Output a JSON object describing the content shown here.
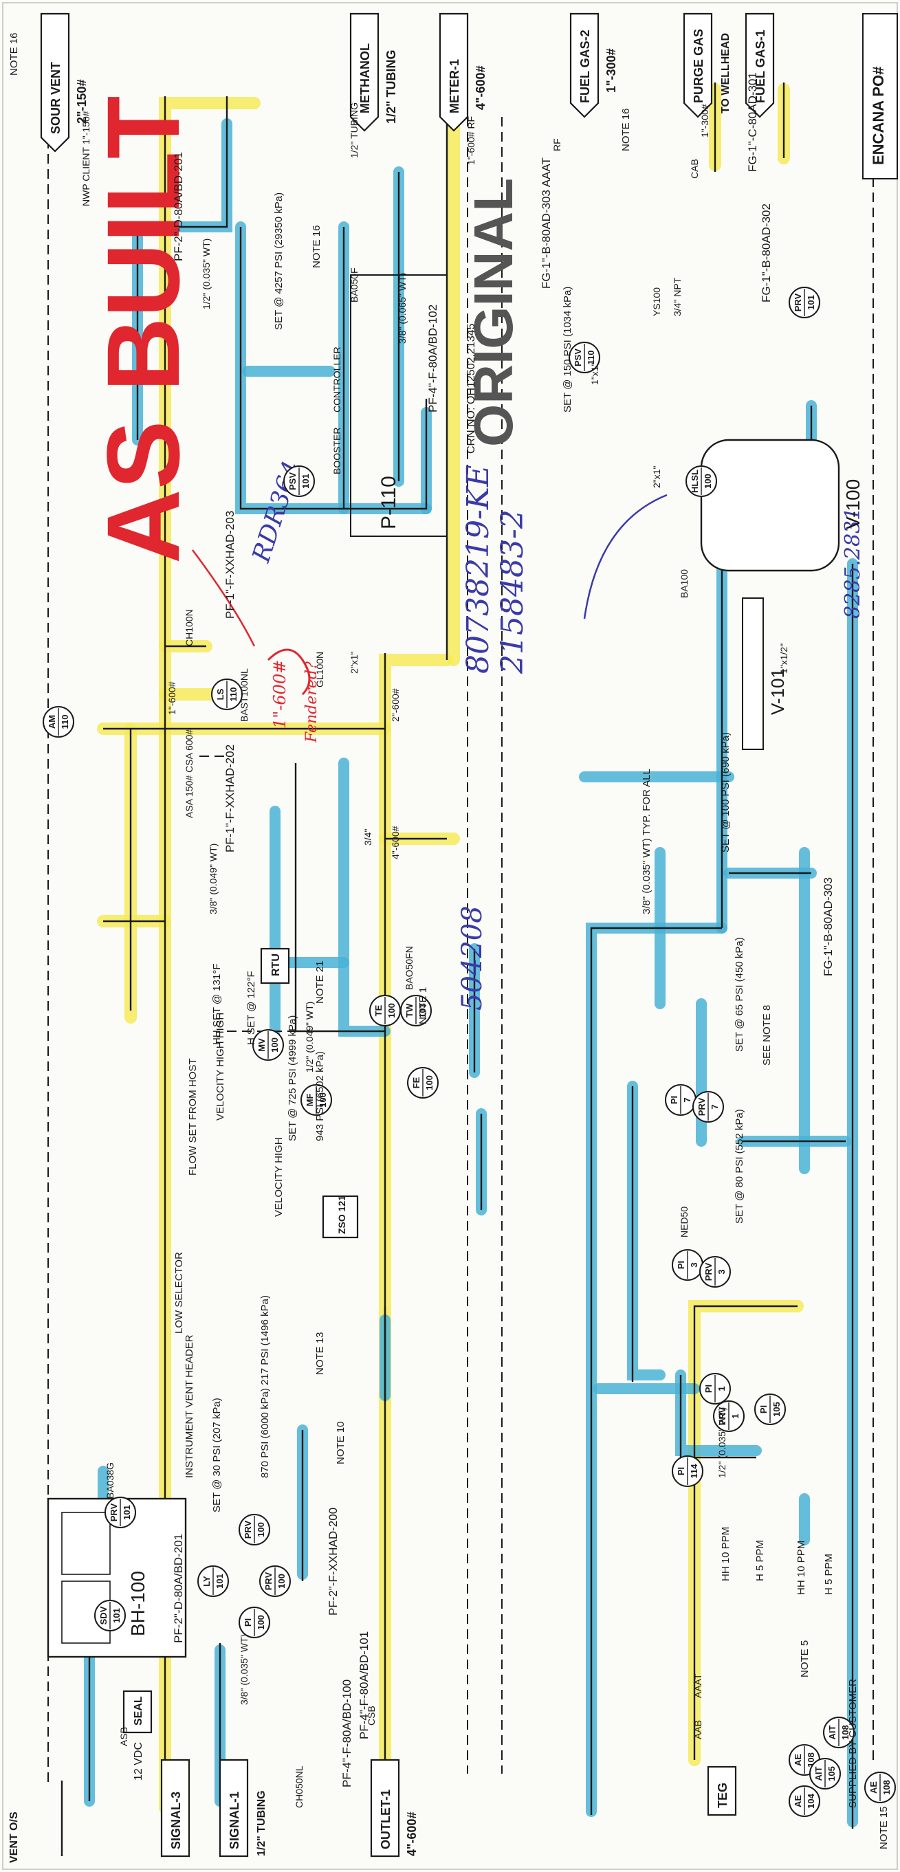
{
  "stamp": {
    "as_built": "AS BUILT",
    "original": "ORIGINAL",
    "stamp_color": "#e0262e"
  },
  "handwriting": {
    "rdr": "RDR364",
    "order_1": "80738219-KE",
    "order_2": "2158483-2",
    "number_1": "504208",
    "number_2": "8285.2831",
    "note_red": "1\"-600#",
    "note_red_2": "Fendered?"
  },
  "colors": {
    "yellow_highlight": "#f4ea5a",
    "blue_highlight": "#49b3d6",
    "ink": "#1a1a1a",
    "handwriting_blue": "#3a3aa8"
  },
  "terminals": {
    "sour_vent": "SOUR VENT",
    "sour_vent_size": "2\"-150#",
    "methanol": "METHANOL",
    "methanol_size": "1/2\" TUBING",
    "meter": "METER-1",
    "meter_size": "4\"-600#",
    "fuel_gas_2": "FUEL GAS-2",
    "fuel_gas_2_size": "1\"-300#",
    "purge_gas": "PURGE GAS",
    "purge_gas_sub": "TO WELLHEAD",
    "fuel_gas_1": "FUEL GAS-1",
    "signal_3": "SIGNAL-3",
    "signal_1": "SIGNAL-1",
    "signal_1_sub": "1/2\" TUBING",
    "outlet": "OUTLET-1",
    "outlet_size": "4\"-600#",
    "teg": "TEG",
    "vent": "VENT O/S"
  },
  "title_block": {
    "client": "ENCANA PO#",
    "crn": "CRN NO: OH12502.21345"
  },
  "equipment": {
    "bh": "BH-100",
    "seal": "SEAL",
    "vdc": "12 VDC",
    "rtu": "RTU",
    "zso": "ZSO 121",
    "v100": "V-100",
    "v101": "V-101",
    "p110": "P-110",
    "controller": "CONTROLLER",
    "booster": "BOOSTER"
  },
  "pipes": {
    "pf_201": "PF-2\"-D-80A/BD-201",
    "pf_102": "PF-4\"-F-80A/BD-102",
    "pf_101": "PF-4\"-F-80A/BD-101",
    "pf_100": "PF-4\"-F-80A/BD-100",
    "pf_202": "PF-1\"-F-XXHAD-202",
    "pf_203": "PF-1\"-F-XXHAD-203",
    "pf_200": "PF-2\"-F-XXHAD-200",
    "fg_303": "FG-1\"-B-80AD-303",
    "fg_303b": "FG-1\"-B-80AD-303 AAAT",
    "fg_302": "FG-1\"-B-80AD-302",
    "fg_301": "FG-1\"-C-80AD-301"
  },
  "instruments": [
    {
      "tag": "PSV",
      "num": "101"
    },
    {
      "tag": "PSV",
      "num": "110"
    },
    {
      "tag": "PRV",
      "num": "101"
    },
    {
      "tag": "LS",
      "num": "110"
    },
    {
      "tag": "AM",
      "num": "110"
    },
    {
      "tag": "TE",
      "num": "100"
    },
    {
      "tag": "TW",
      "num": "103"
    },
    {
      "tag": "FE",
      "num": "100"
    },
    {
      "tag": "MF",
      "num": "100"
    },
    {
      "tag": "MV",
      "num": "100"
    },
    {
      "tag": "LY",
      "num": "101"
    },
    {
      "tag": "PI",
      "num": "100"
    },
    {
      "tag": "PRV",
      "num": "100"
    },
    {
      "tag": "PI",
      "num": "7"
    },
    {
      "tag": "PRV",
      "num": "7"
    },
    {
      "tag": "PI",
      "num": "3"
    },
    {
      "tag": "PRV",
      "num": "3"
    },
    {
      "tag": "PI",
      "num": "1"
    },
    {
      "tag": "PRV",
      "num": "1"
    },
    {
      "tag": "PI",
      "num": "114"
    },
    {
      "tag": "PI",
      "num": "105"
    },
    {
      "tag": "AE",
      "num": "108"
    },
    {
      "tag": "AIT",
      "num": "108"
    },
    {
      "tag": "AE",
      "num": "104"
    },
    {
      "tag": "AIT",
      "num": "105"
    },
    {
      "tag": "AE",
      "num": "108"
    },
    {
      "tag": "HLSL",
      "num": "100"
    },
    {
      "tag": "SDV",
      "num": "101"
    },
    {
      "tag": "PRV",
      "num": "101"
    },
    {
      "tag": "PRV",
      "num": "100"
    }
  ],
  "notes": {
    "note16a": "NOTE 16",
    "note16b": "NOTE 16",
    "note16c": "NOTE 16",
    "note21": "NOTE 21",
    "note1": "NOTE 1",
    "note13": "NOTE 13",
    "note10": "NOTE 10",
    "note5": "NOTE 5",
    "note15": "NOTE 15",
    "note8": "SEE NOTE 8",
    "supplied": "SUPPLIED BY CUSTOMER",
    "typ_all": "3/8\" (0.035\" WT) TYP. FOR ALL",
    "low_selector": "LOW SELECTOR",
    "flow_set": "FLOW SET FROM HOST",
    "velocity_high": "VELOCITY HIGH HIGH",
    "velocity": "VELOCITY HIGH",
    "instrument_vent": "INSTRUMENT VENT HEADER",
    "hh_set": "HH SET @ 131°F",
    "h_set": "H SET @ 122°F",
    "set_psi": "SET @ 725 PSI (4999 kPa)",
    "set_psi2": "943 PSI (6502 kPa)",
    "set_4257": "SET @ 4257 PSI (29350 kPa)",
    "set_150": "SET @ 150 PSI (1034 kPa)",
    "set_100": "SET @ 100 PSI (690 kPa)",
    "set_65": "SET @ 65 PSI (450 kPa)",
    "set_80": "SET @ 80 PSI (552 kPa)",
    "set_30": "SET @ 30 PSI (207 kPa)",
    "set_870": "870 PSI (6000 kPa) 217 PSI (1496 kPa)",
    "hh10": "HH 10 PPM",
    "h5": "H 5 PPM",
    "hh10b": "HH 10 PPM",
    "h5b": "H 5 PPM"
  },
  "sizes": {
    "s1": "1/2\" (0.035\" WT)",
    "s2": "1/2\" TUBING",
    "s3": "3/8\" (0.065\" WT)",
    "s4": "1/2\" (0.049\" WT)",
    "s5": "3/8\" (0.049\" WT)",
    "s6": "1\"-600#",
    "s7": "4\"-600#",
    "s8": "2\"-600#",
    "s9": "3/4\"",
    "s10": "1/2\" (0.035\" WT)",
    "s11": "3/8\" (0.035\" WT)",
    "s12": "1\"x1/2\"",
    "s13": "2\"x1\"",
    "s14": "ASA 150# CSA 600#",
    "s15": "NWP CLIENT",
    "s16": "ASB",
    "s17": "CSB",
    "s18": "AAAT",
    "s19": "AAB",
    "s20": "1\"-300#",
    "s21": "CAB",
    "s22": "3/4\" NPT",
    "s23": "1\"x1\"",
    "s24": "2\"x1\"",
    "s25": "RF",
    "s26": "BA100",
    "s27": "BAO50FN",
    "s28": "BAST100NL",
    "s29": "CH100N",
    "s30": "GL100N",
    "s31": "NED50",
    "s32": "BA050F",
    "s33": "BA038G",
    "s34": "CH050NL",
    "s35": "YS100",
    "s36": "1\"-600# RF",
    "s37": "1\"-150#"
  }
}
